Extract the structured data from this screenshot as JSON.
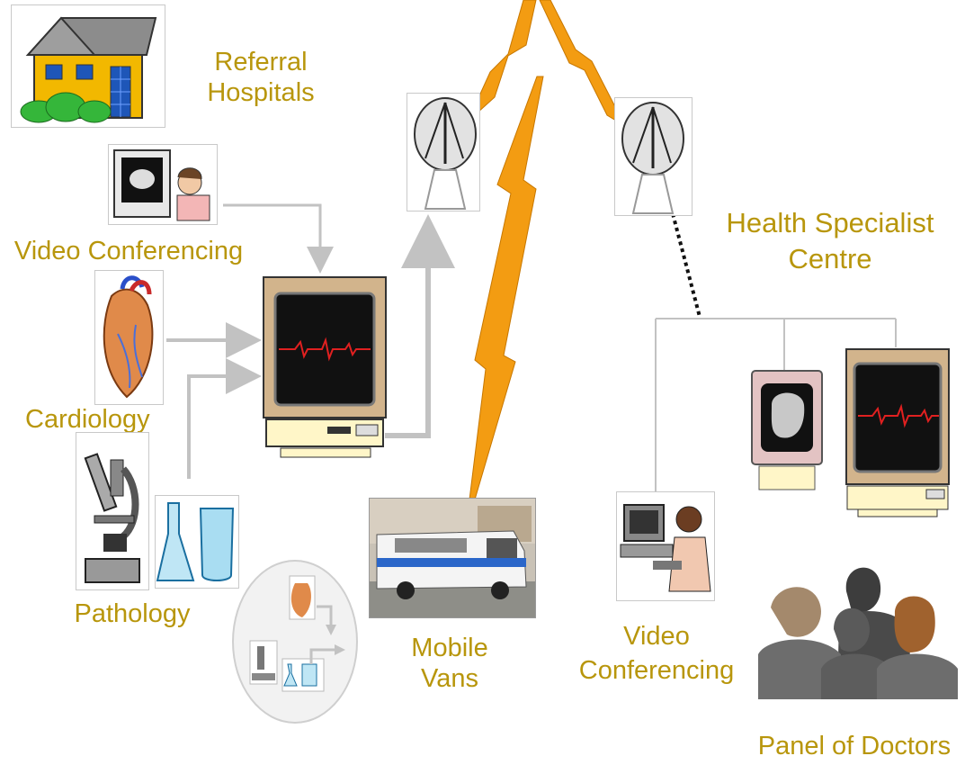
{
  "labels": {
    "referral_line1": "Referral",
    "referral_line2": "Hospitals",
    "video_conf_left": "Video Conferencing",
    "cardiology": "Cardiology",
    "pathology": "Pathology",
    "mobile_line1": "Mobile",
    "mobile_line2": "Vans",
    "health_line1": "Health Specialist",
    "health_line2": "Centre",
    "video_conf_right_line1": "Video",
    "video_conf_right_line2": "Conferencing",
    "panel": "Panel of Doctors"
  },
  "colors": {
    "label": "#b8960c",
    "lightning": "#f39c12",
    "connector": "#c2c2c2",
    "monitor_case": "#d2b48c",
    "ecg": "#e02020"
  },
  "icons": [
    "house-icon",
    "satellite-dish-icon",
    "monitor-ecg-icon",
    "heart-icon",
    "microscope-icon",
    "flask-icon",
    "beaker-icon",
    "van-photo",
    "doctor-video-icon",
    "brain-monitor-icon",
    "people-silhouette-icon"
  ]
}
